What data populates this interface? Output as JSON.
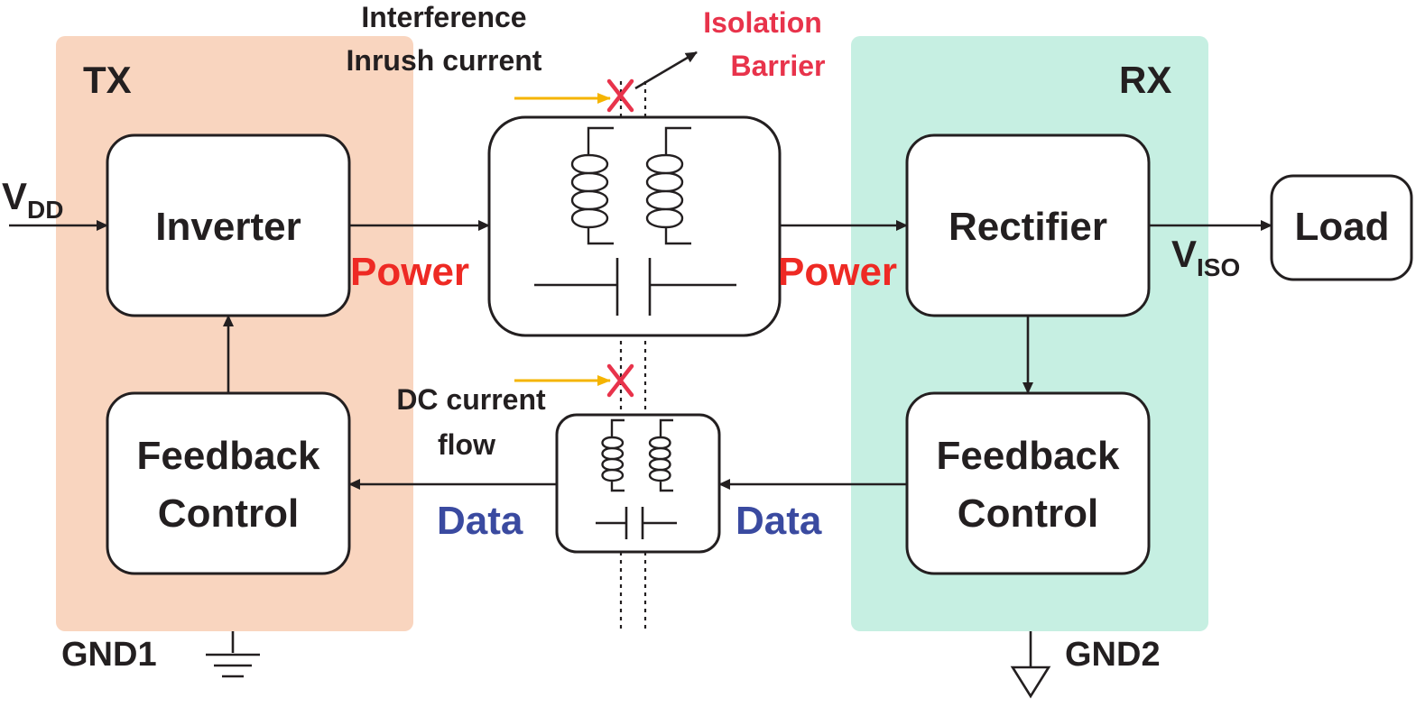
{
  "regions": {
    "tx": {
      "label": "TX",
      "color": "#f9d5bf"
    },
    "rx": {
      "label": "RX",
      "color": "#c6efe2"
    }
  },
  "blocks": {
    "inverter": "Inverter",
    "tx_feedback": [
      "Feedback",
      "Control"
    ],
    "rectifier": "Rectifier",
    "rx_feedback": [
      "Feedback",
      "Control"
    ],
    "load": "Load"
  },
  "signals": {
    "vdd": {
      "main": "V",
      "sub": "DD"
    },
    "viso": {
      "main": "V",
      "sub": "ISO"
    },
    "power_left": "Power",
    "power_right": "Power",
    "data_left": "Data",
    "data_right": "Data",
    "power_color": "#ee2a24",
    "data_color": "#3a4aa0"
  },
  "annotations": {
    "interference": [
      "Interference",
      "Inrush current"
    ],
    "isolation_barrier": [
      "Isolation",
      "Barrier"
    ],
    "dc_current": [
      "DC current",
      "flow"
    ],
    "barrier_color": "#e8334b"
  },
  "grounds": {
    "gnd1": "GND1",
    "gnd2": "GND2"
  }
}
